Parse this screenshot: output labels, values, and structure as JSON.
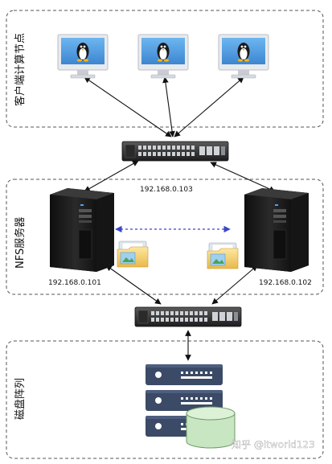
{
  "groups": {
    "clients_label": "客户端计算节点",
    "nfs_label": "NFS服务器",
    "storage_label": "磁盘阵列"
  },
  "ips": {
    "switch_top": "192.168.0.103",
    "server_left": "192.168.0.101",
    "server_right": "192.168.0.102"
  },
  "watermark": "知乎 @itworld123",
  "colors": {
    "dash_border": "#555555",
    "monitor_bezel": "#e3e6ea",
    "monitor_screen": "#5aa5e6",
    "switch_body": "#3a3a3a",
    "server_body": "#1f1f1f",
    "disk_unit": "#3b4a66",
    "disk_cylinder": "#c8e6c1",
    "replication_arrow": "#3a46c8"
  },
  "icons": [
    "tux-icon",
    "monitor-icon",
    "switch-icon",
    "server-icon",
    "folder-icon",
    "disk-unit-icon",
    "database-cylinder-icon"
  ]
}
